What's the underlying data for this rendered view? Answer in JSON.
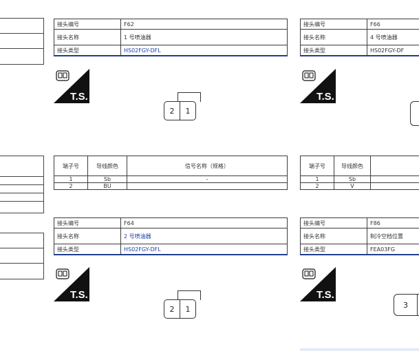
{
  "top_left": {
    "rows": [
      {
        "label": "接头编号",
        "value": "F62"
      },
      {
        "label": "接头名称",
        "value": "1 号喷油器"
      },
      {
        "label": "接头类型",
        "value": "HS02FGY-DFL"
      }
    ],
    "pins": [
      "2",
      "1"
    ]
  },
  "top_right": {
    "rows": [
      {
        "label": "接头编号",
        "value": "F66"
      },
      {
        "label": "接头名称",
        "value": "4 号喷油器"
      },
      {
        "label": "接头类型",
        "value": "HS02FGY-DF"
      }
    ]
  },
  "pin_table_left": {
    "headers": [
      "端子号",
      "导线颜色",
      "信号名称（规格）"
    ],
    "rows": [
      [
        "1",
        "Sb",
        "-"
      ],
      [
        "2",
        "BU",
        ""
      ]
    ]
  },
  "pin_table_right": {
    "headers": [
      "端子号",
      "导线颜色",
      ""
    ],
    "rows": [
      [
        "1",
        "Sb",
        ""
      ],
      [
        "2",
        "V",
        ""
      ]
    ]
  },
  "bottom_left": {
    "rows": [
      {
        "label": "接头编号",
        "value": "F64"
      },
      {
        "label": "接头名称",
        "value": "2 号喷油器"
      },
      {
        "label": "接头类型",
        "value": "HS02FGY-DFL"
      }
    ],
    "pins": [
      "2",
      "1"
    ]
  },
  "bottom_right": {
    "rows": [
      {
        "label": "接头编号",
        "value": "F86"
      },
      {
        "label": "接头名称",
        "value": "制冷空档位置"
      },
      {
        "label": "接头类型",
        "value": "FEA03FG"
      }
    ],
    "pin": "3"
  },
  "ts_label": "T.S.",
  "colors": {
    "line": "#3b3b3b",
    "accent_blue": "#1d3e8a",
    "value_blue": "#1c3fa8"
  }
}
